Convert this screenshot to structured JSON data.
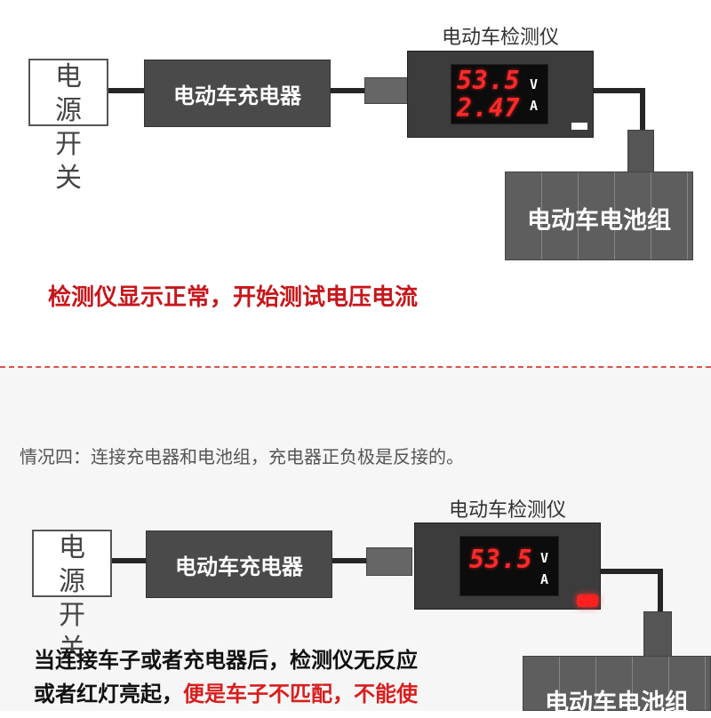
{
  "top_scene": {
    "power_switch": {
      "line1": "电 源",
      "line2": "开 关"
    },
    "charger_label": "电动车充电器",
    "meter": {
      "title": "电动车检测仪",
      "voltage": "53.5",
      "current": "2.47",
      "unit_v": "V",
      "unit_a": "A"
    },
    "battery_label": "电动车电池组",
    "status_caption": "检测仪显示正常，开始测试电压电流"
  },
  "bottom_scene": {
    "heading": "情况四：连接充电器和电池组，充电器正负极是反接的。",
    "power_switch": {
      "line1": "电 源",
      "line2": "开 关"
    },
    "charger_label": "电动车充电器",
    "meter": {
      "title": "电动车检测仪",
      "voltage": "53.5",
      "unit_v": "V",
      "unit_a": "A"
    },
    "battery_label": "电动车电池组",
    "explanation_line1": "当连接车子或者充电器后，检测仪无反应",
    "explanation_line2_normal": "或者红灯亮起，",
    "explanation_line2_red": "便是车子不匹配，不能使"
  },
  "colors": {
    "accent_red": "#c7161b",
    "divider": "#d9534f",
    "led_red": "#ff2020"
  }
}
